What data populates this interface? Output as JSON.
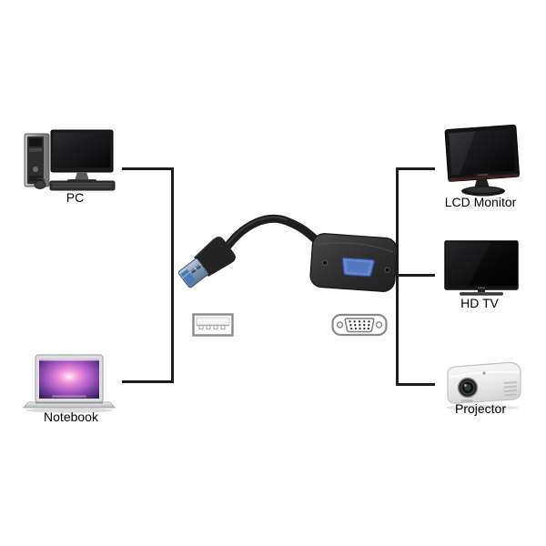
{
  "diagram": {
    "left_devices": [
      {
        "label": "PC",
        "icon": "desktop-pc-icon"
      },
      {
        "label": "Notebook",
        "icon": "laptop-icon"
      }
    ],
    "right_devices": [
      {
        "label": "LCD Monitor",
        "icon": "lcd-monitor-icon"
      },
      {
        "label": "HD TV",
        "icon": "tv-icon"
      },
      {
        "label": "Projector",
        "icon": "projector-icon"
      }
    ],
    "adapter": {
      "product": "usb-to-vga-adapter-cable",
      "input_icon": "usb-port-icon",
      "output_icon": "vga-port-icon"
    },
    "colors": {
      "background": "#ffffff",
      "connector_line": "#1c1c1c",
      "label_text": "#000000",
      "usb_blue": "#4a7ab8",
      "vga_port_blue": "#6687cf",
      "adapter_body": "#2d2d2d"
    }
  }
}
